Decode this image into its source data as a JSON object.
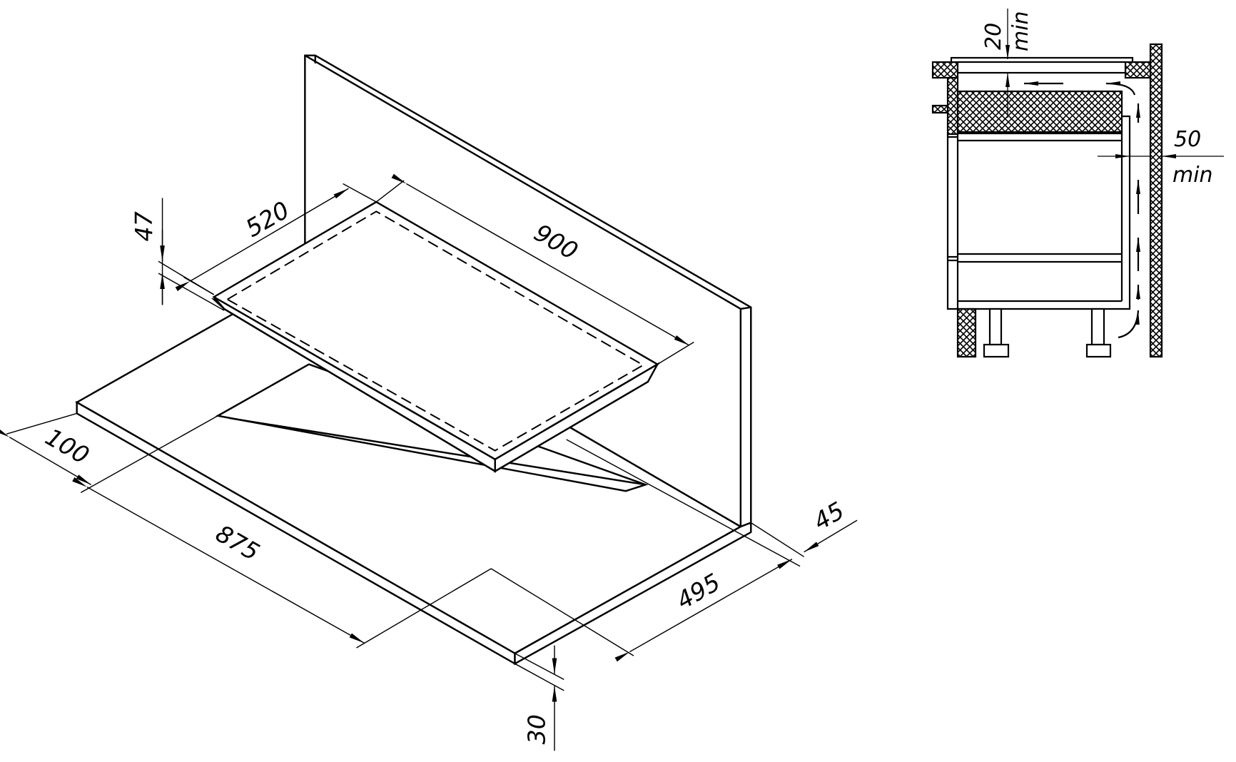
{
  "colors": {
    "line": "#000000",
    "background": "#ffffff"
  },
  "installation_drawing": {
    "hob_width": "900",
    "hob_depth": "520",
    "hob_height": "47",
    "cutout_front_offset": "100",
    "cutout_width": "875",
    "cutout_depth": "495",
    "back_wall_offset": "45",
    "worktop_thickness": "30"
  },
  "ventilation_section": {
    "top_clearance": "20",
    "top_clearance_note": "min",
    "rear_clearance": "50",
    "rear_clearance_note": "min"
  }
}
